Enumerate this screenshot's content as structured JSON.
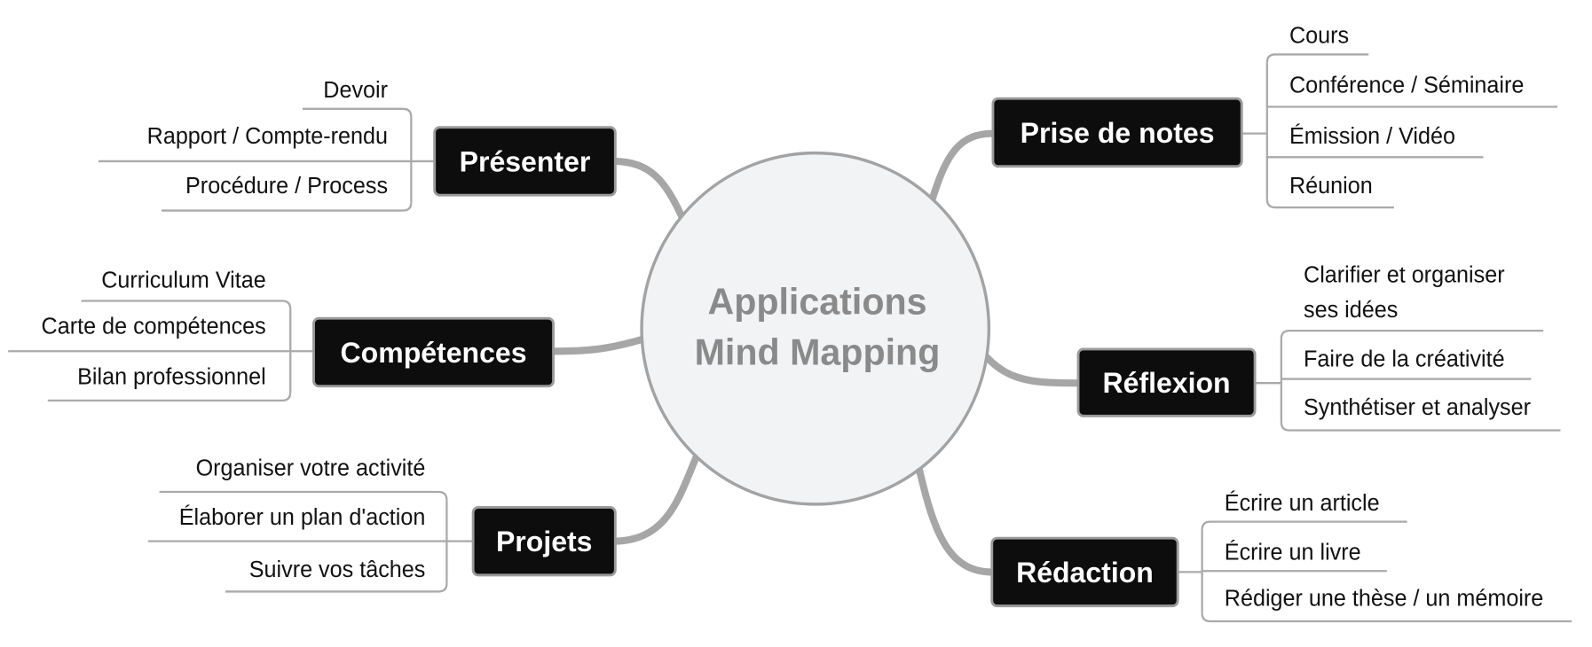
{
  "center": {
    "line1": "Applications",
    "line2": "Mind Mapping"
  },
  "colors": {
    "node_fill": "#0d0d0d",
    "connector": "#a6a6a6",
    "center_fill": "#f1f3f5",
    "center_text": "#8a8a8a"
  },
  "branches": [
    {
      "label": "Présenter",
      "leaves": [
        "Devoir",
        "Rapport / Compte-rendu",
        "Procédure / Process"
      ]
    },
    {
      "label": "Compétences",
      "leaves": [
        "Curriculum Vitae",
        "Carte de compétences",
        "Bilan professionnel"
      ]
    },
    {
      "label": "Projets",
      "leaves": [
        "Organiser votre activité",
        "Élaborer un plan d'action",
        "Suivre vos tâches"
      ]
    },
    {
      "label": "Prise de notes",
      "leaves": [
        "Cours",
        "Conférence / Séminaire",
        "Émission / Vidéo",
        "Réunion"
      ]
    },
    {
      "label": "Réflexion",
      "leaves": [
        "Clarifier et organiser",
        "ses idées",
        "Faire de la créativité",
        "Synthétiser et analyser"
      ]
    },
    {
      "label": "Rédaction",
      "leaves": [
        "Écrire un article",
        "Écrire un livre",
        "Rédiger une thèse / un mémoire"
      ]
    }
  ]
}
